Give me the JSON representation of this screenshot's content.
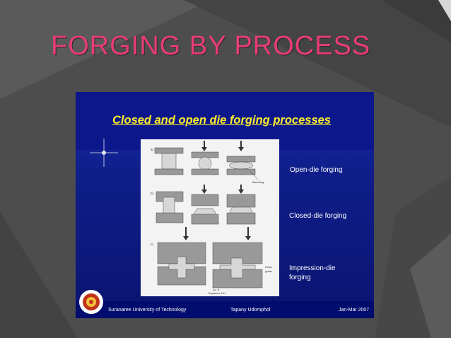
{
  "slide_title": "FORGING BY PROCESS",
  "image": {
    "heading": "Closed and open die forging processes",
    "labels": {
      "open_die": "Open-die forging",
      "closed_die": "Closed-die forging",
      "impression_die": "Impression-die forging"
    },
    "figure_text": {
      "a": "a)",
      "b": "b)",
      "c": "c)",
      "barreling": "Barreling",
      "flash": "Flash",
      "gutter": "gutter",
      "equation": "Equation 4-11",
      "ah": "Aₕ, H"
    },
    "footer": {
      "left": "Suranaree University of Technology",
      "center": "Tapany  Udomphol",
      "right": "Jan-Mar  2007"
    }
  },
  "colors": {
    "title": "#e83c78",
    "heading": "#ffef2a",
    "slide_blue": "#0f1e8a"
  }
}
